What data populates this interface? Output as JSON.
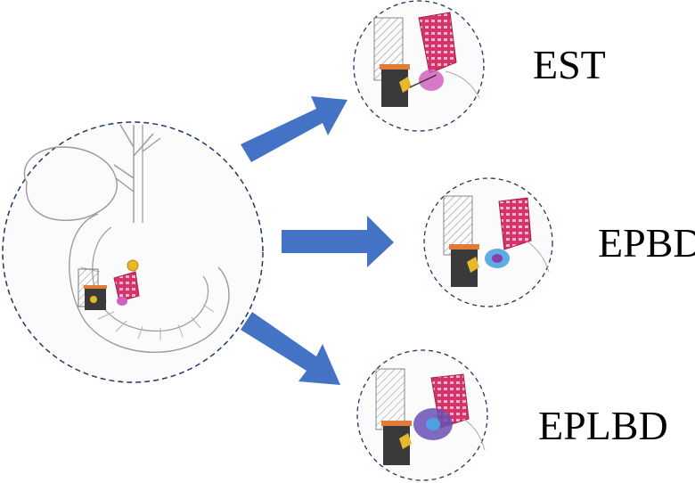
{
  "labels": {
    "est": "EST",
    "epbd": "EPBD",
    "eplbd": "EPLBD"
  },
  "colors": {
    "arrow": "#4472C4",
    "circle_border": "#1F3864",
    "sketch_line": "#9A9A9A",
    "duodenoscope_body": "#3A3A3A",
    "duodenoscope_band": "#E07B39",
    "sphincterotome_red": "#D6336C",
    "balloon_blue": "#4DA3E0",
    "large_balloon_purple": "#6A4FB3",
    "stone_yellow": "#E8B828"
  },
  "icons": [
    "main-anatomy-sketch",
    "est-sketch",
    "epbd-sketch",
    "eplbd-sketch"
  ]
}
